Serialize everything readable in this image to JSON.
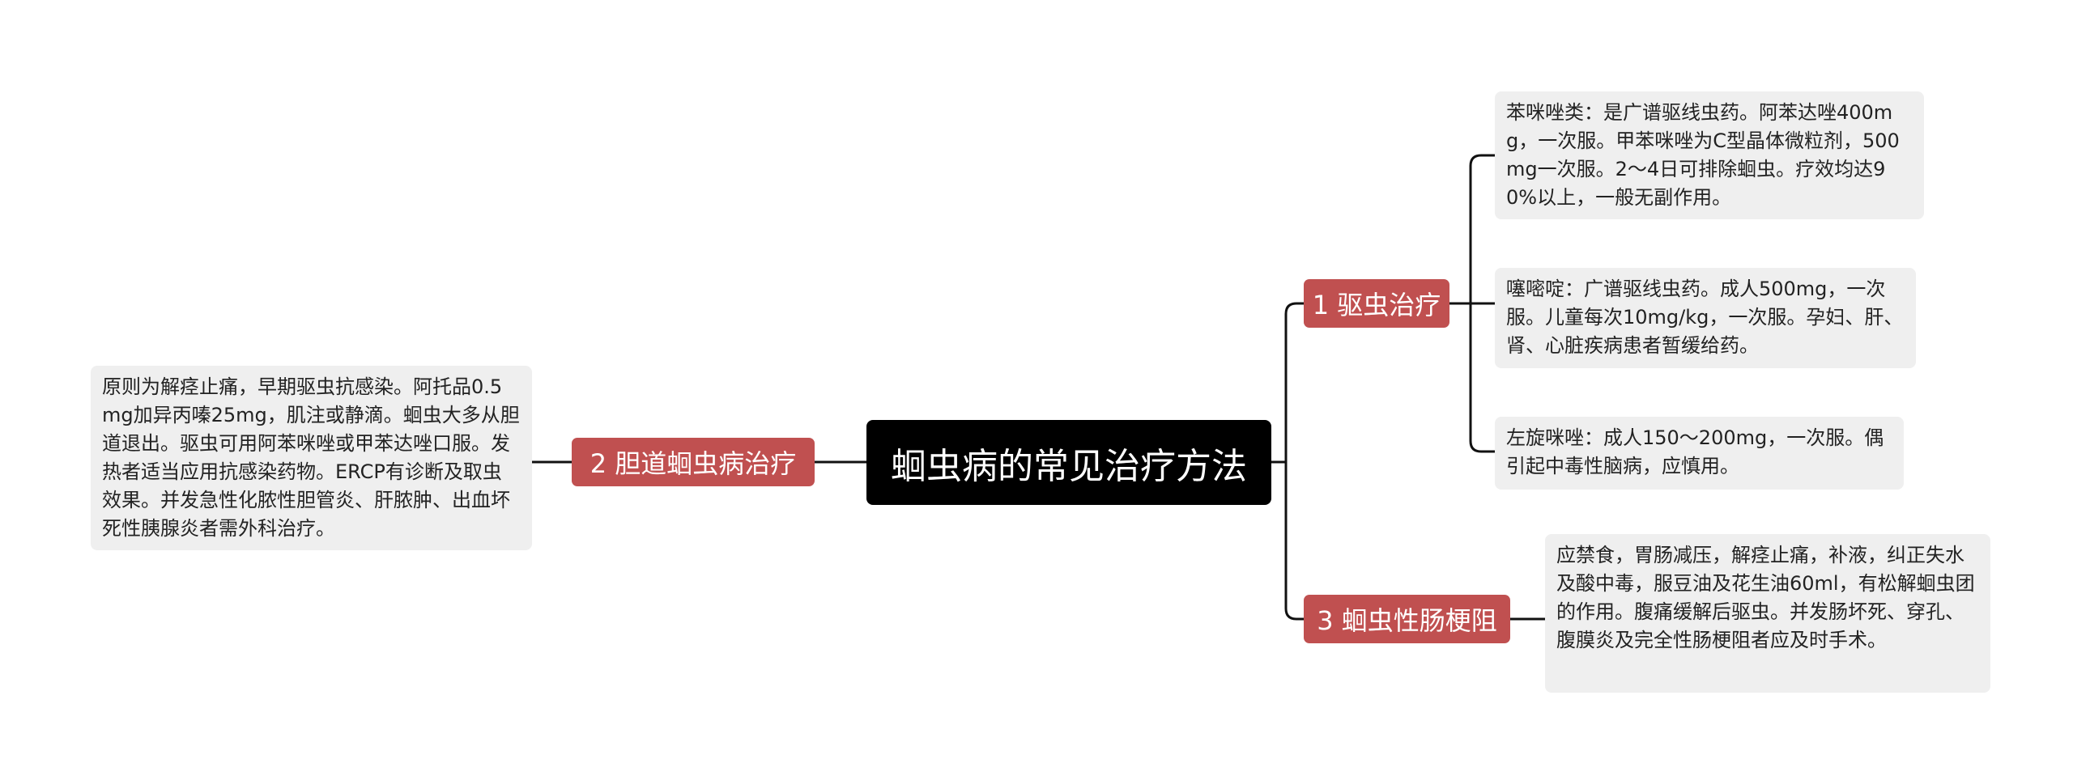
{
  "mindmap": {
    "root": "蛔虫病的常见治疗方法",
    "branches": [
      {
        "label": "1 驱虫治疗",
        "leaves": [
          "苯咪唑类：是广谱驱线虫药。阿苯达唑400mg，一次服。甲苯咪唑为C型晶体微粒剂，500mg一次服。2～4日可排除蛔虫。疗效均达90%以上，一般无副作用。",
          "噻嘧啶：广谱驱线虫药。成人500mg，一次服。儿童每次10mg/kg，一次服。孕妇、肝、肾、心脏疾病患者暂缓给药。",
          "左旋咪唑：成人150～200mg，一次服。偶引起中毒性脑病，应慎用。"
        ]
      },
      {
        "label": "2 胆道蛔虫病治疗",
        "leaves": [
          "原则为解痉止痛，早期驱虫抗感染。阿托品0.5mg加异丙嗪25mg，肌注或静滴。蛔虫大多从胆道退出。驱虫可用阿苯咪唑或甲苯达唑口服。发热者适当应用抗感染药物。ERCP有诊断及取虫效果。并发急性化脓性胆管炎、肝脓肿、出血坏死性胰腺炎者需外科治疗。"
        ]
      },
      {
        "label": "3 蛔虫性肠梗阻",
        "leaves": [
          "应禁食，胃肠减压，解痉止痛，补液，纠正失水及酸中毒，服豆油及花生油60ml，有松解蛔虫团的作用。腹痛缓解后驱虫。并发肠坏死、穿孔、腹膜炎及完全性肠梗阻者应及时手术。"
        ]
      }
    ]
  },
  "colors": {
    "root_bg": "#000000",
    "branch_bg": "#c05050",
    "leaf_bg": "#efefef",
    "line": "#111111"
  }
}
